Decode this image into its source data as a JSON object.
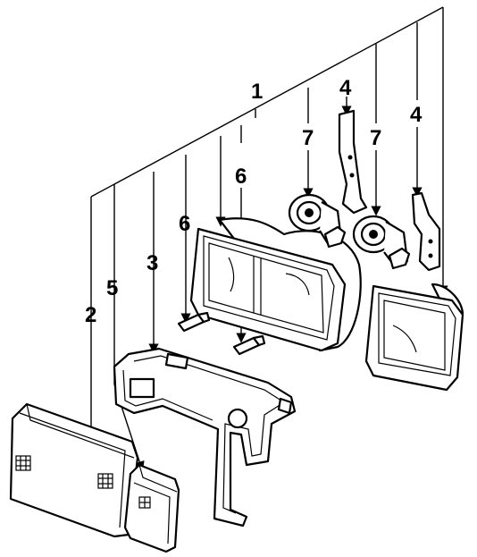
{
  "diagram": {
    "callouts": [
      {
        "id": "1",
        "text": "1"
      },
      {
        "id": "2",
        "text": "2"
      },
      {
        "id": "3",
        "text": "3"
      },
      {
        "id": "4a",
        "text": "4"
      },
      {
        "id": "4b",
        "text": "4"
      },
      {
        "id": "5",
        "text": "5"
      },
      {
        "id": "6a",
        "text": "6"
      },
      {
        "id": "6b",
        "text": "6"
      },
      {
        "id": "7a",
        "text": "7"
      },
      {
        "id": "7b",
        "text": "7"
      }
    ]
  }
}
